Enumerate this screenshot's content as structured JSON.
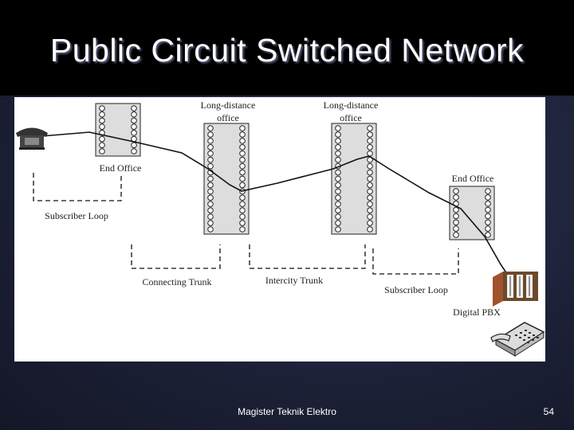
{
  "slide": {
    "title": "Public Circuit Switched Network",
    "footer": "Magister Teknik Elektro",
    "page_number": "54"
  },
  "diagram": {
    "labels": {
      "ld_office_1_line1": "Long-distance",
      "ld_office_1_line2": "office",
      "ld_office_2_line1": "Long-distance",
      "ld_office_2_line2": "office",
      "end_office_left": "End Office",
      "end_office_right": "End Office",
      "subscriber_loop_left": "Subscriber Loop",
      "subscriber_loop_right": "Subscriber Loop",
      "connecting_trunk": "Connecting Trunk",
      "intercity_trunk": "Intercity Trunk",
      "digital_pbx": "Digital PBX"
    },
    "colors": {
      "title_bar": "#000000",
      "panel": "#ffffff",
      "switch_fill": "#dddddd",
      "line": "#111111"
    },
    "icons": [
      "telephone-icon",
      "pbx-icon",
      "desk-phone-icon"
    ]
  }
}
